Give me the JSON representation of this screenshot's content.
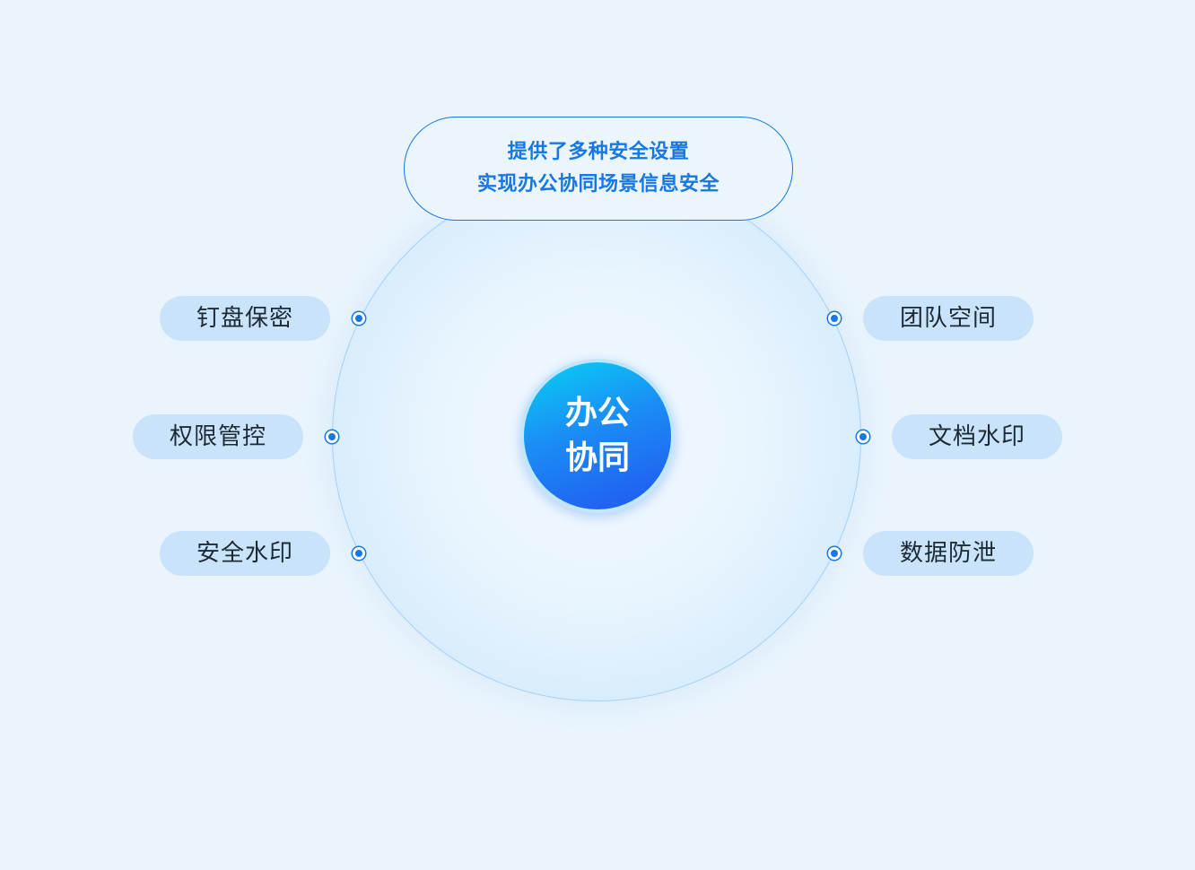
{
  "callout": {
    "line1": "提供了多种安全设置",
    "line2": "实现办公协同场景信息安全"
  },
  "center": {
    "line1": "办公",
    "line2": "协同"
  },
  "left_items": [
    {
      "label": "钉盘保密"
    },
    {
      "label": "权限管控"
    },
    {
      "label": "安全水印"
    }
  ],
  "right_items": [
    {
      "label": "团队空间"
    },
    {
      "label": "文档水印"
    },
    {
      "label": "数据防泄"
    }
  ],
  "colors": {
    "accent": "#1677e5",
    "pill_bg": "#c8e3fa",
    "background": "#e9f4fd"
  }
}
